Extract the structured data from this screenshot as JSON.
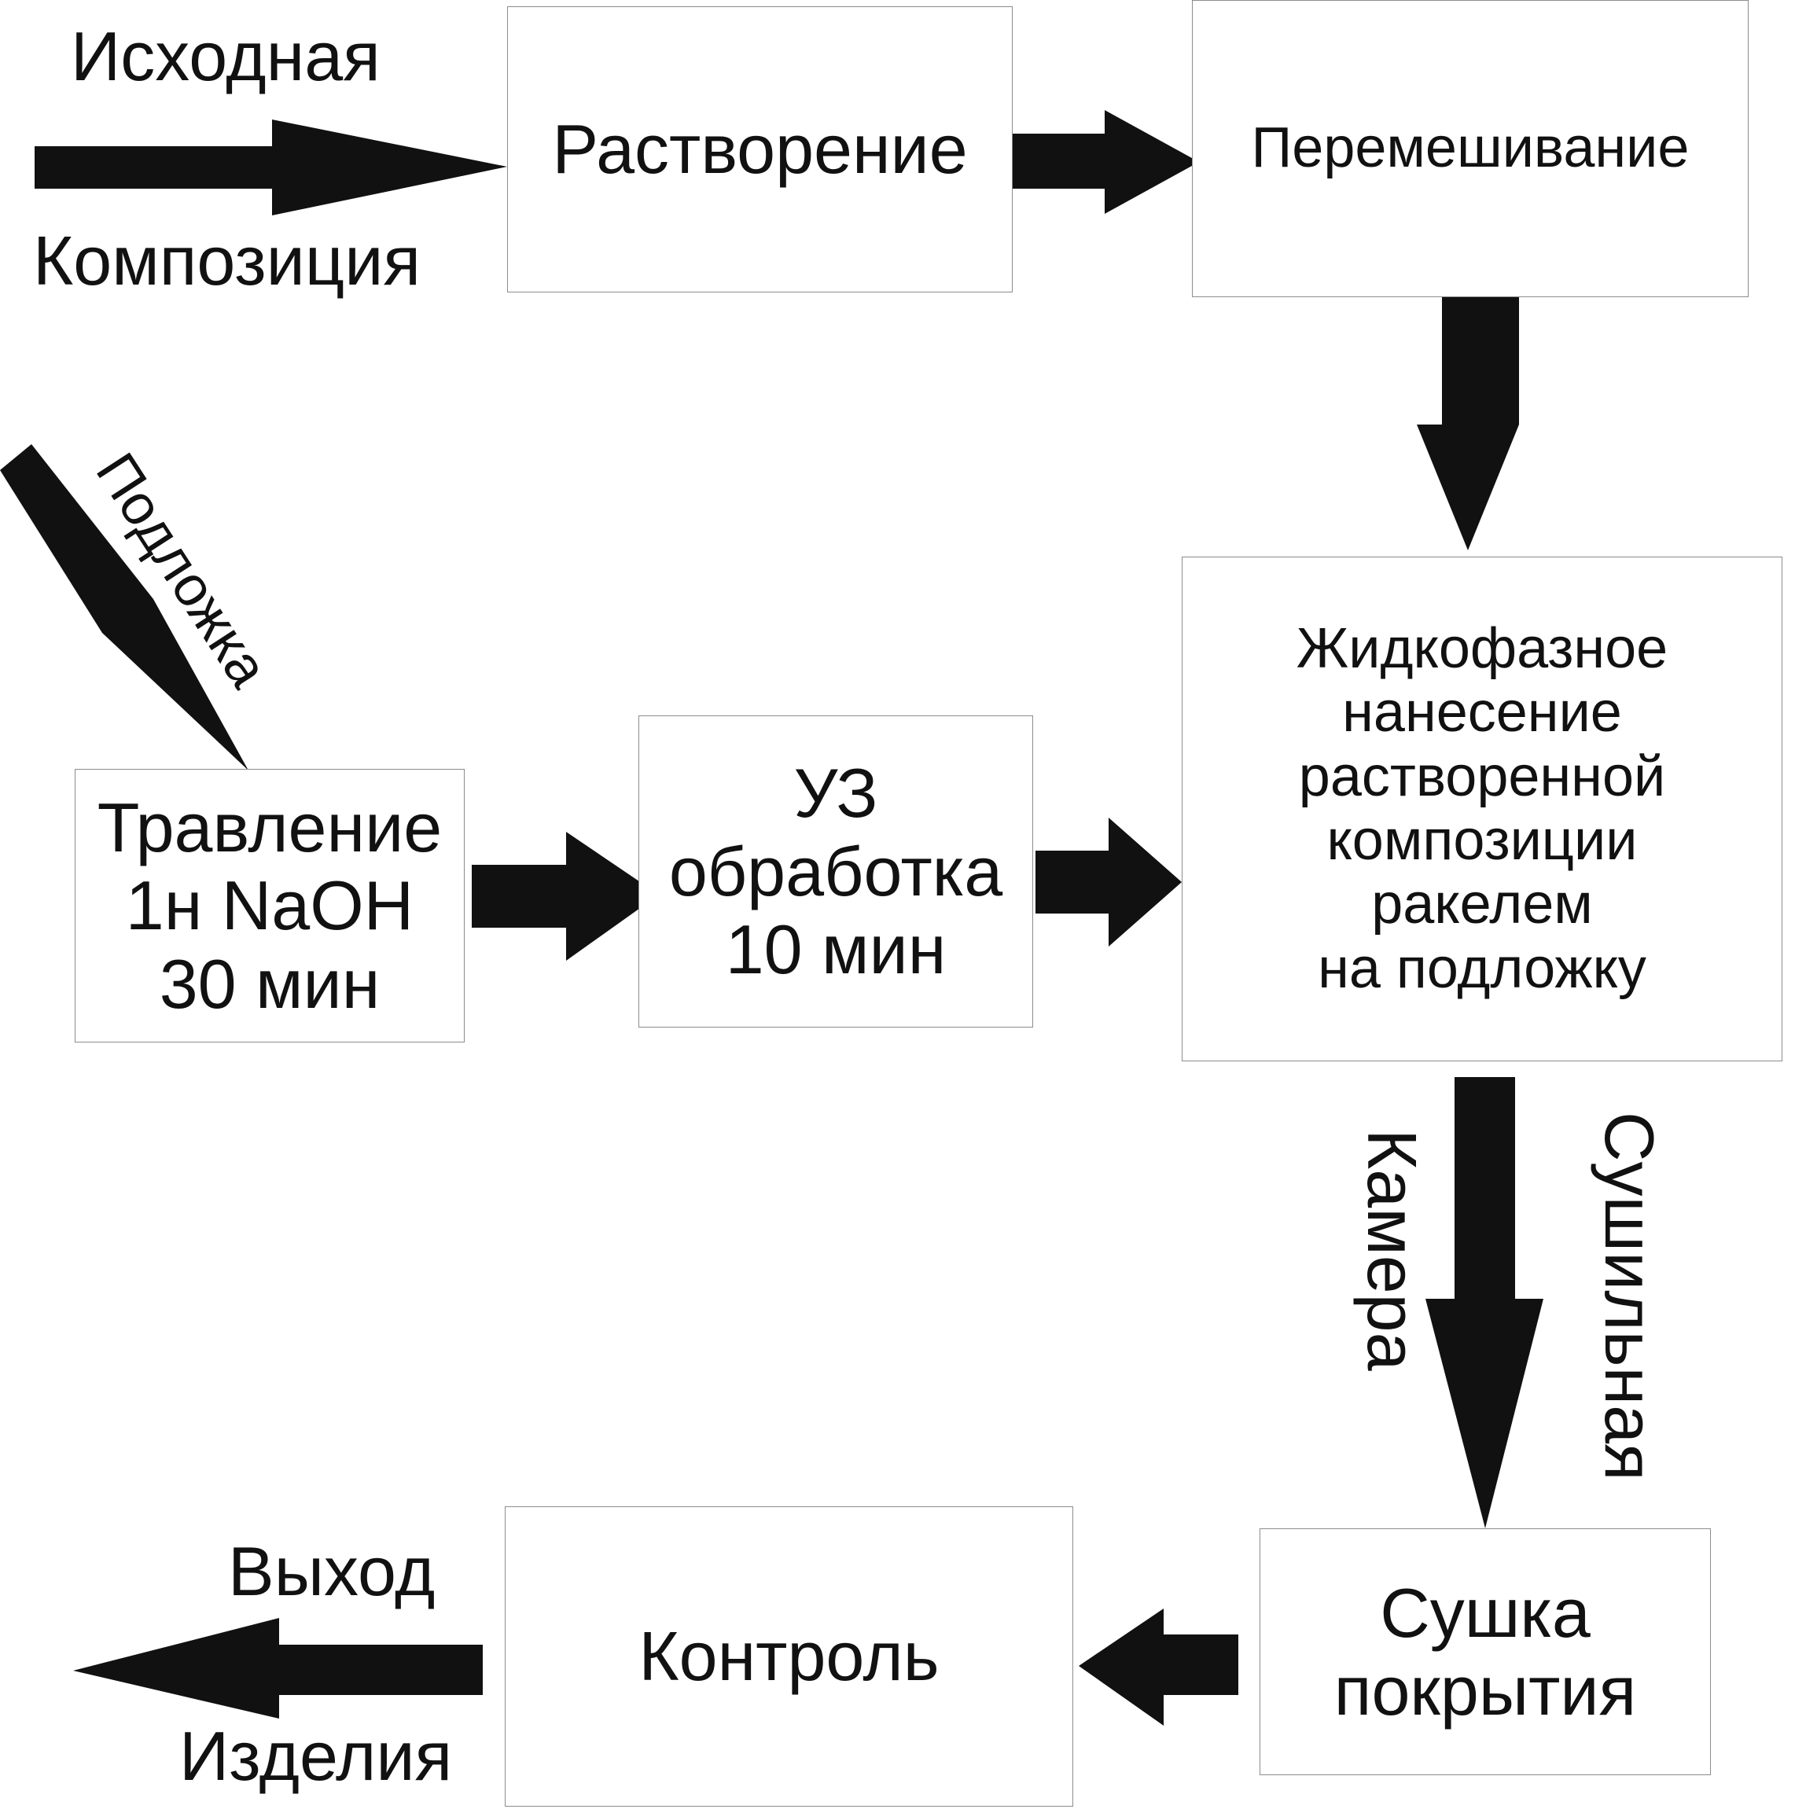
{
  "colors": {
    "arrow": "#111111",
    "text": "#111111",
    "box_border": "#8c8c8c",
    "background": "#ffffff"
  },
  "input_composition": {
    "line1": "Исходная",
    "line2": "Композиция"
  },
  "box_dissolution": {
    "label": "Растворение"
  },
  "box_mixing": {
    "label": "Перемешивание"
  },
  "substrate_label": "Подложка",
  "box_etching": {
    "lines": [
      "Травление",
      "1н NaOH",
      "30 мин"
    ]
  },
  "box_ultrasound": {
    "lines": [
      "УЗ",
      "обработка",
      "10 мин"
    ]
  },
  "box_coating": {
    "lines": [
      "Жидкофазное",
      "нанесение",
      "растворенной",
      "композиции",
      "ракелем",
      "на подложку"
    ]
  },
  "drying_chamber": {
    "word1": "Сушильная",
    "word2": "Камера"
  },
  "box_drying": {
    "lines": [
      "Сушка",
      "покрытия"
    ]
  },
  "box_control": {
    "label": "Контроль"
  },
  "output_product": {
    "line1": "Выход",
    "line2": "Изделия"
  }
}
